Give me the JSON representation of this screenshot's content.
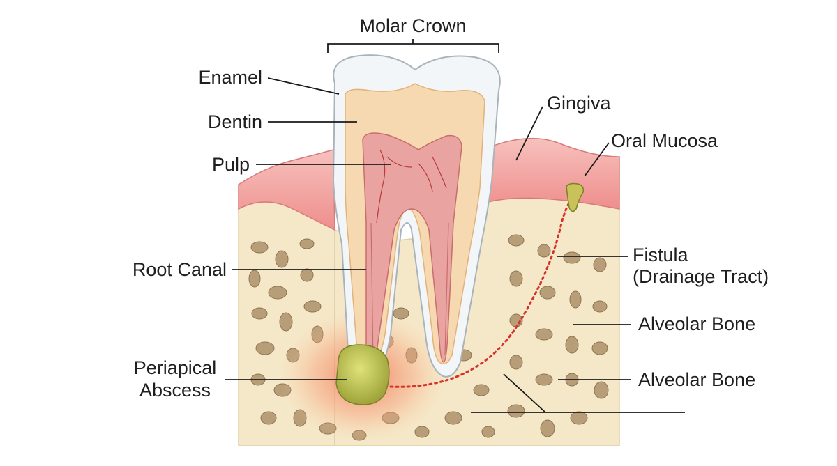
{
  "labels": {
    "molar_crown": "Molar Crown",
    "enamel": "Enamel",
    "dentin": "Dentin",
    "pulp": "Pulp",
    "root_canal": "Root Canal",
    "periapical_line1": "Periapical",
    "periapical_line2": "Abscess",
    "gingiva": "Gingiva",
    "oral_mucosa": "Oral Mucosa",
    "fistula_line1": "Fistula",
    "fistula_line2": "(Drainage Tract)",
    "alveolar_bone_1": "Alveolar Bone",
    "alveolar_bone_2": "Alveolar Bone"
  },
  "colors": {
    "enamel": "#f3f6f8",
    "dentin": "#f6d9b0",
    "pulp": "#e9a3a0",
    "gingiva": "#f2a9a8",
    "bone": "#f5e8c8",
    "bone_pore": "#b89e78",
    "abscess": "#b8bf4a",
    "inflammation": "#f4745a",
    "fistula": "#d6322a"
  }
}
